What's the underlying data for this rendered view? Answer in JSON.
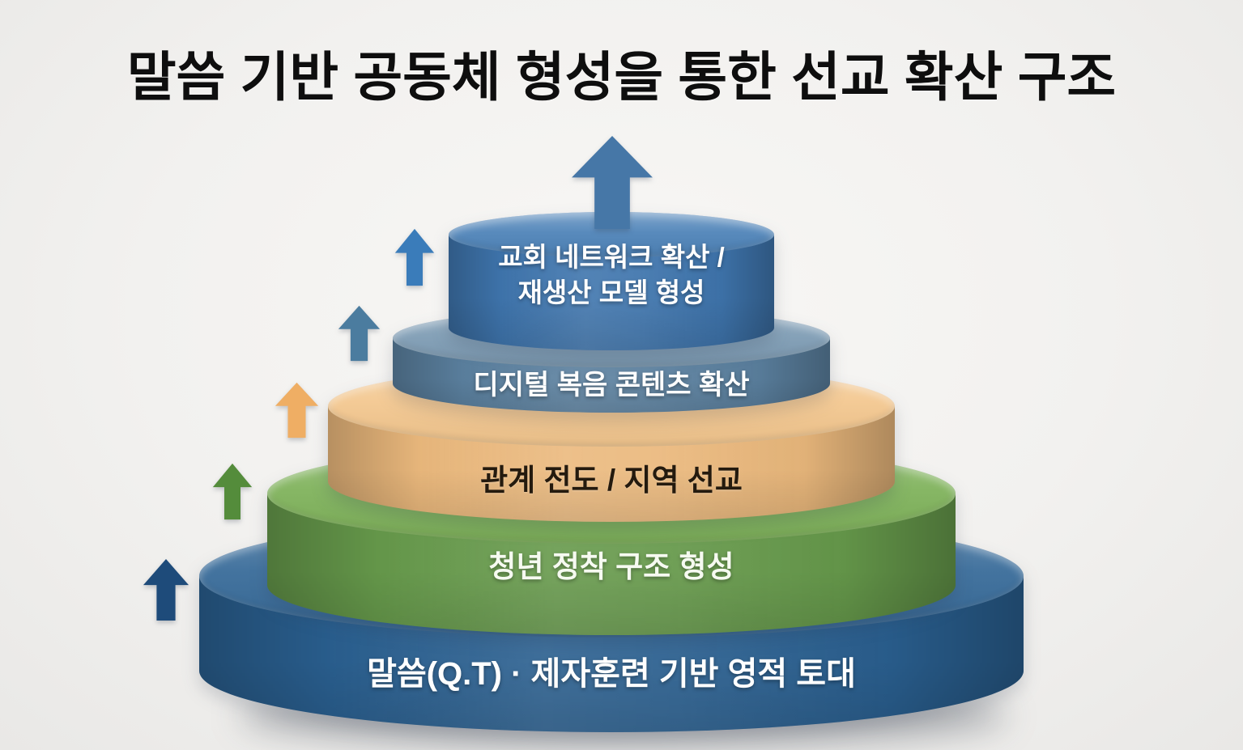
{
  "title": "말씀 기반 공동체 형성을 통한 선교 확산 구조",
  "title_color": "#0e0e0e",
  "background_color": "#f2f1ef",
  "pyramid": {
    "order": "tiers listed bottom-to-top",
    "tiers": [
      {
        "level": 1,
        "label": "말씀(Q.T) · 제자훈련 기반 영적 토대",
        "side_color": "#2a5f8f",
        "top_color": "#386b99",
        "text_color": "#ffffff"
      },
      {
        "level": 2,
        "label": "청년 정착 구조 형성",
        "side_color": "#66994b",
        "top_color": "#7fb25b",
        "text_color": "#f6faf1"
      },
      {
        "level": 3,
        "label": "관계 전도 / 지역 선교",
        "side_color": "#ebb97d",
        "top_color": "#f3c78f",
        "text_color": "#241a0e"
      },
      {
        "level": 4,
        "label": "디지털 복음 콘텐츠 확산",
        "side_color": "#5b809f",
        "top_color": "#7e9cb4",
        "text_color": "#ffffff"
      },
      {
        "level": 5,
        "label": "교회 네트워크 확산 /\n재생산 모델 형성",
        "side_color": "#3f75ad",
        "top_color": "#4e83b8",
        "text_color": "#ffffff"
      }
    ],
    "side_arrow_colors": [
      "#1e4b7a",
      "#548c3b",
      "#efae64",
      "#4b7c9f",
      "#3a7cba"
    ],
    "top_arrow_color": "#4677a7"
  }
}
